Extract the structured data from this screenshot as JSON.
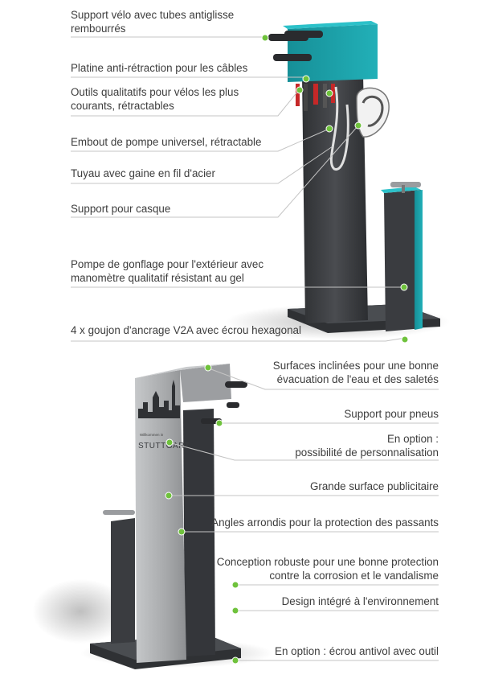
{
  "top_callouts": [
    {
      "line1": "Support vélo avec tubes antiglisse",
      "line2": "rembourrés"
    },
    {
      "line1": "Platine anti-rétraction pour les câbles",
      "line2": ""
    },
    {
      "line1": "Outils qualitatifs pour vélos les plus",
      "line2": "courants, rétractables"
    },
    {
      "line1": "Embout de pompe universel, rétractable",
      "line2": ""
    },
    {
      "line1": "Tuyau avec gaine en fil d'acier",
      "line2": ""
    },
    {
      "line1": "Support pour casque",
      "line2": ""
    },
    {
      "line1": "Pompe de gonflage pour l'extérieur avec",
      "line2": "manomètre qualitatif résistant au gel"
    },
    {
      "line1": "4 x goujon d'ancrage V2A avec écrou hexagonal",
      "line2": ""
    }
  ],
  "bottom_callouts": [
    {
      "line1": "Surfaces inclinées pour une bonne",
      "line2": "évacuation de l'eau et des saletés"
    },
    {
      "line1": "Support pour pneus",
      "line2": ""
    },
    {
      "line1": "En option :",
      "line2": "possibilité de personnalisation"
    },
    {
      "line1": "Grande surface publicitaire",
      "line2": ""
    },
    {
      "line1": "Angles arrondis pour la protection des passants",
      "line2": ""
    },
    {
      "line1": "Conception robuste pour une bonne protection",
      "line2": "contre la corrosion et le vandalisme"
    },
    {
      "line1": "Design intégré à l'environnement",
      "line2": ""
    },
    {
      "line1": "En option : écrou antivol avec outil",
      "line2": ""
    }
  ],
  "station_sign": {
    "small_text": "Willkommen in",
    "city": "STUTTGART"
  },
  "colors": {
    "accent_teal": "#1a9ea6",
    "marker_green": "#6fc23c",
    "body_dark": "#3b3d40",
    "panel_grey": "#a9abad"
  }
}
